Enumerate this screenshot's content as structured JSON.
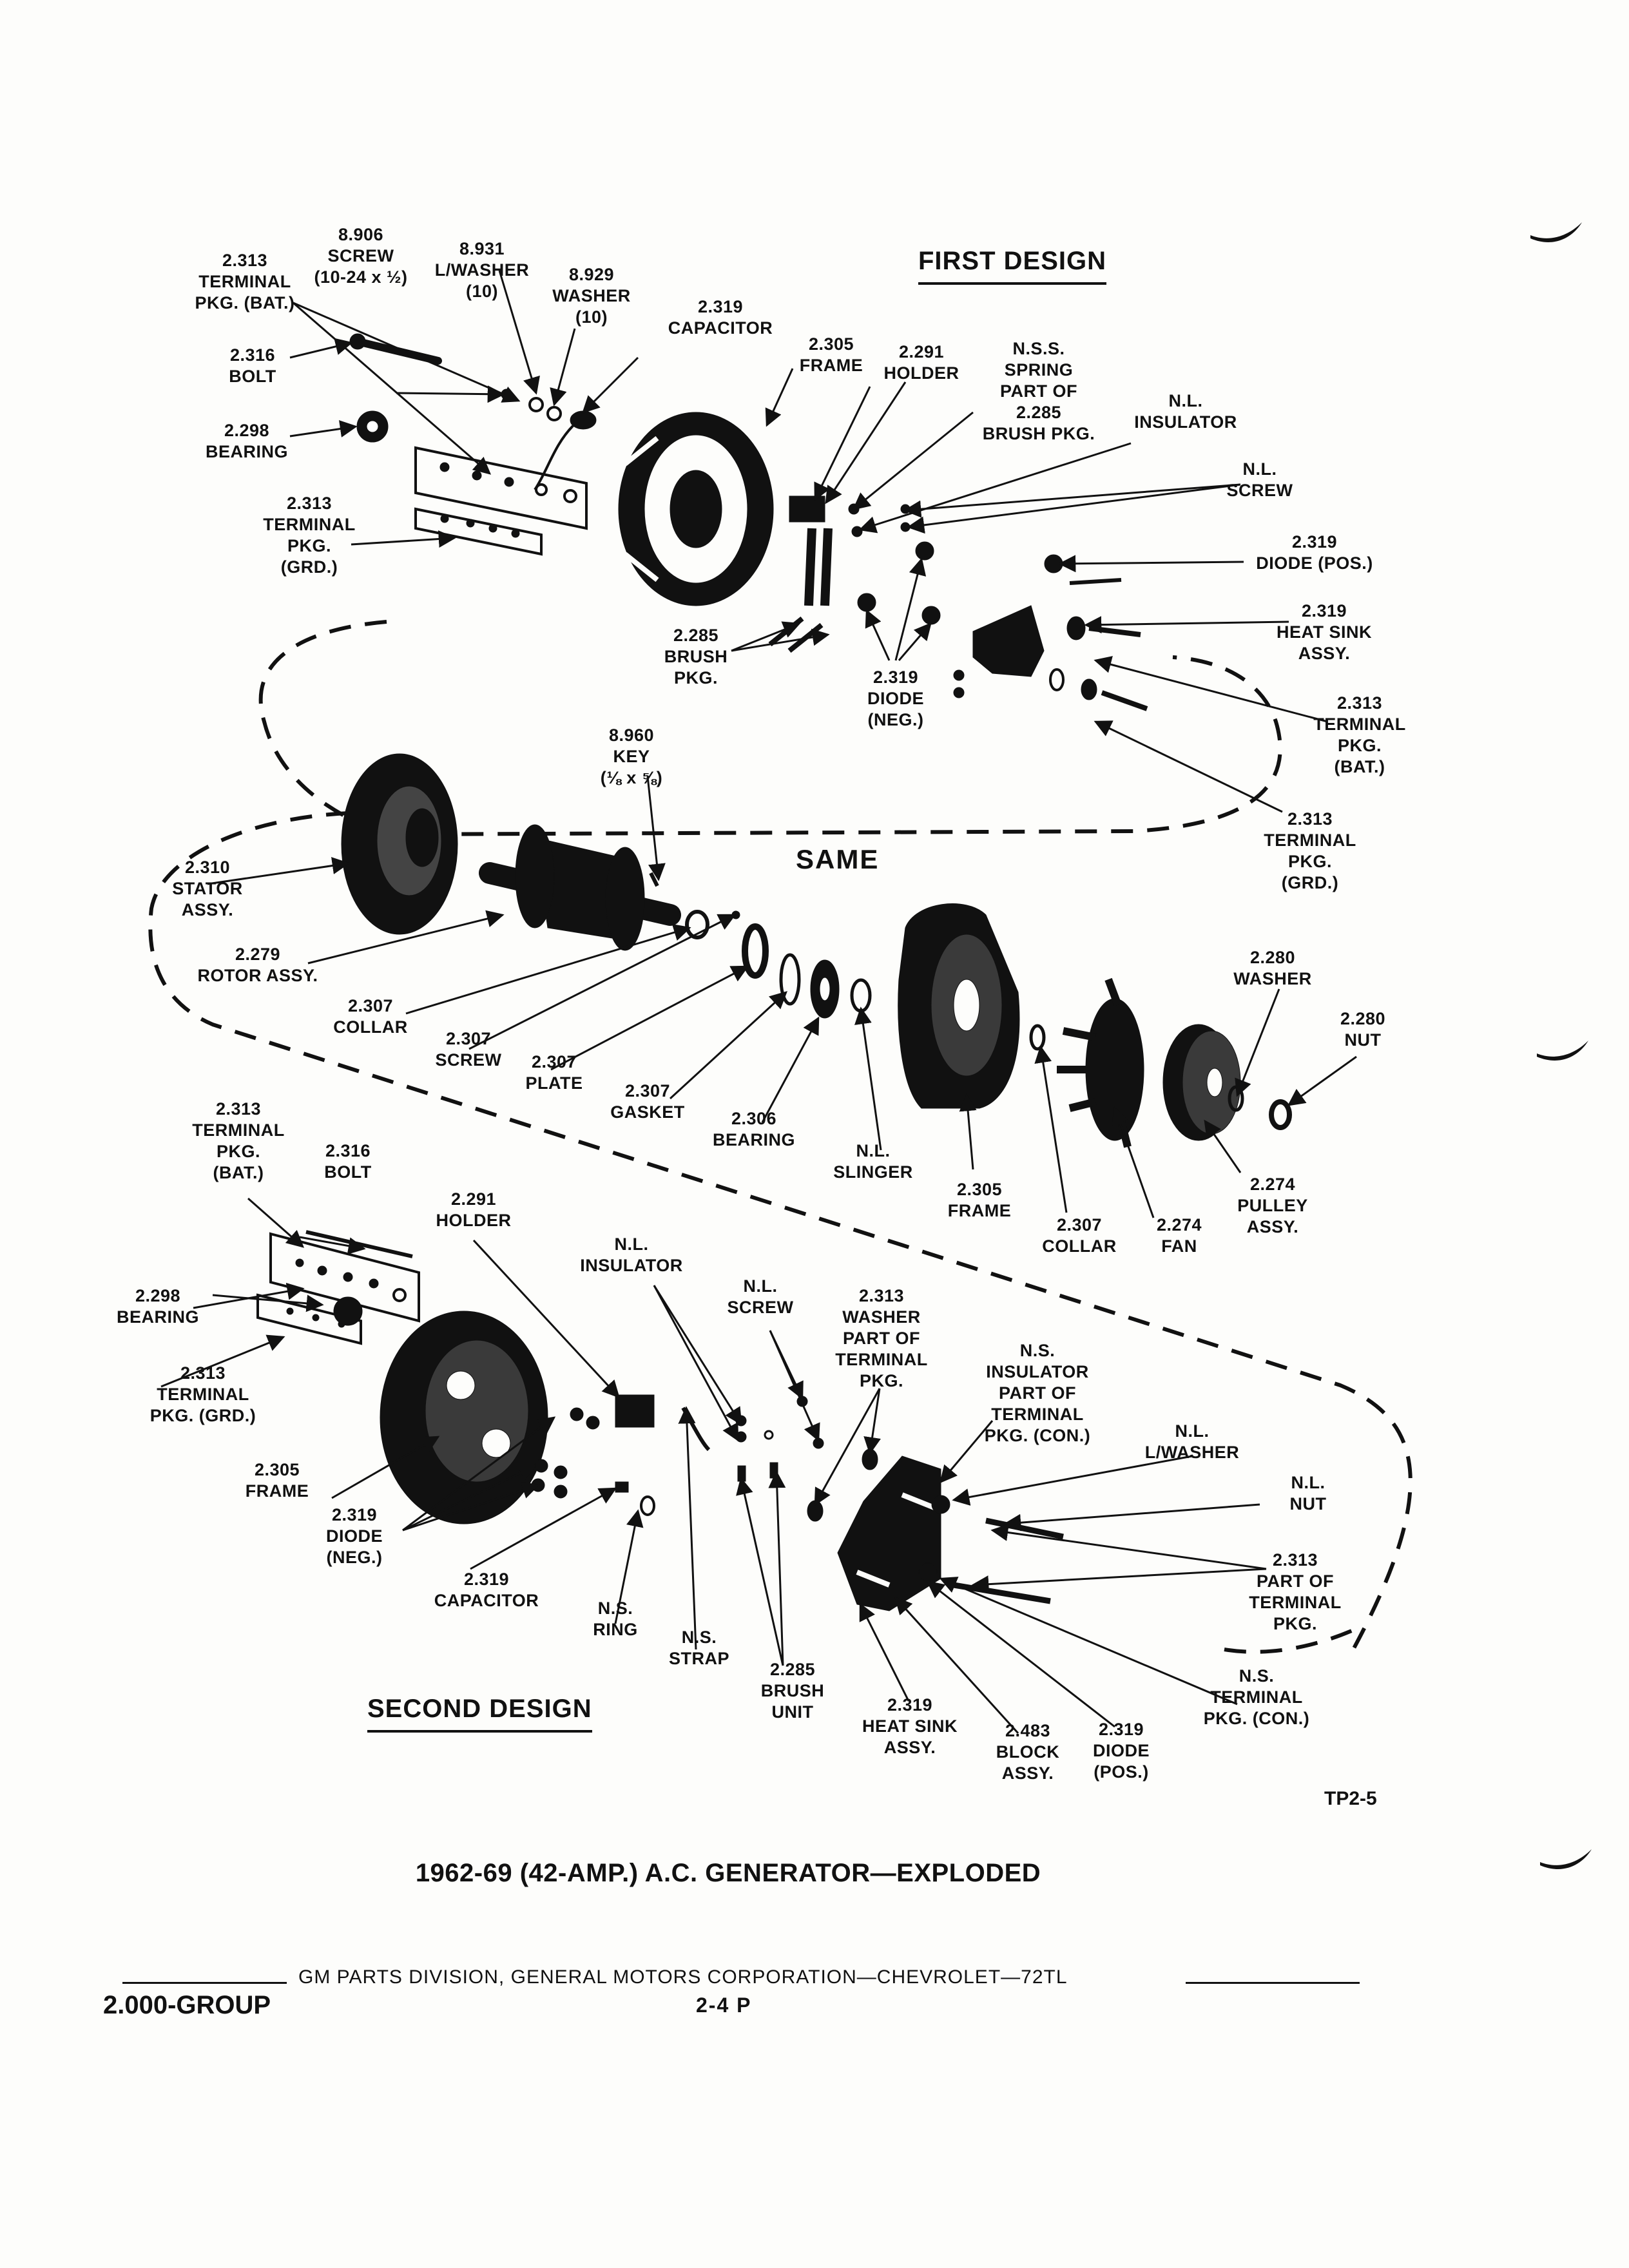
{
  "headings": {
    "first_design": "FIRST DESIGN",
    "same": "SAME",
    "second_design": "SECOND DESIGN"
  },
  "first_design_labels": {
    "terminal_bat": "2.313\nTERMINAL\nPKG. (BAT.)",
    "screw_8906": "8.906\nSCREW\n(10-24 x ½)",
    "lwasher_8931": "8.931\nL/WASHER\n(10)",
    "washer_8929": "8.929\nWASHER\n(10)",
    "capacitor": "2.319\nCAPACITOR",
    "bolt": "2.316\nBOLT",
    "bearing": "2.298\nBEARING",
    "terminal_grd": "2.313\nTERMINAL\nPKG.\n(GRD.)",
    "frame": "2.305\nFRAME",
    "holder": "2.291\nHOLDER",
    "spring": "N.S.S.\nSPRING\nPART OF\n2.285\nBRUSH PKG.",
    "insulator": "N.L.\nINSULATOR",
    "screw_nl": "N.L.\nSCREW",
    "diode_pos": "2.319\nDIODE (POS.)",
    "heat_sink": "2.319\nHEAT SINK\nASSY.",
    "brush_pkg": "2.285\nBRUSH\nPKG.",
    "diode_neg": "2.319\nDIODE\n(NEG.)",
    "terminal_bat_right": "2.313\nTERMINAL\nPKG.\n(BAT.)",
    "terminal_grd_right": "2.313\nTERMINAL\nPKG.\n(GRD.)"
  },
  "same_labels": {
    "key": "8.960\nKEY\n(⅛ x ⅝)",
    "stator": "2.310\nSTATOR\nASSY.",
    "rotor": "2.279\nROTOR ASSY.",
    "collar": "2.307\nCOLLAR",
    "screw": "2.307\nSCREW",
    "plate": "2.307\nPLATE",
    "gasket": "2.307\nGASKET",
    "bearing": "2.306\nBEARING",
    "slinger": "N.L.\nSLINGER",
    "frame": "2.305\nFRAME",
    "collar2": "2.307\nCOLLAR",
    "fan": "2.274\nFAN",
    "pulley": "2.274\nPULLEY\nASSY.",
    "washer": "2.280\nWASHER",
    "nut": "2.280\nNUT"
  },
  "second_design_labels": {
    "terminal_bat": "2.313\nTERMINAL\nPKG.\n(BAT.)",
    "bolt": "2.316\nBOLT",
    "holder": "2.291\nHOLDER",
    "insulator": "N.L.\nINSULATOR",
    "screw": "N.L.\nSCREW",
    "washer": "2.313\nWASHER\nPART OF\nTERMINAL\nPKG.",
    "ns_insulator": "N.S.\nINSULATOR\nPART OF\nTERMINAL\nPKG. (CON.)",
    "lwasher": "N.L.\nL/WASHER",
    "nut": "N.L.\nNUT",
    "terminal_part": "2.313\nPART OF\nTERMINAL\nPKG.",
    "terminal_con": "N.S.\nTERMINAL\nPKG. (CON.)",
    "bearing": "2.298\nBEARING",
    "terminal_grd": "2.313\nTERMINAL\nPKG. (GRD.)",
    "frame": "2.305\nFRAME",
    "diode_neg": "2.319\nDIODE\n(NEG.)",
    "capacitor": "2.319\nCAPACITOR",
    "ring": "N.S.\nRING",
    "strap": "N.S.\nSTRAP",
    "brush_unit": "2.285\nBRUSH\nUNIT",
    "heat_sink": "2.319\nHEAT SINK\nASSY.",
    "block": "2.483\nBLOCK\nASSY.",
    "diode_pos": "2.319\nDIODE\n(POS.)"
  },
  "figure_id": "TP2-5",
  "caption": "1962-69 (42-AMP.) A.C. GENERATOR—EXPLODED",
  "footer": {
    "publisher": "GM PARTS DIVISION, GENERAL MOTORS CORPORATION—CHEVROLET—72TL",
    "group": "2.000-GROUP",
    "page": "2-4  P"
  }
}
